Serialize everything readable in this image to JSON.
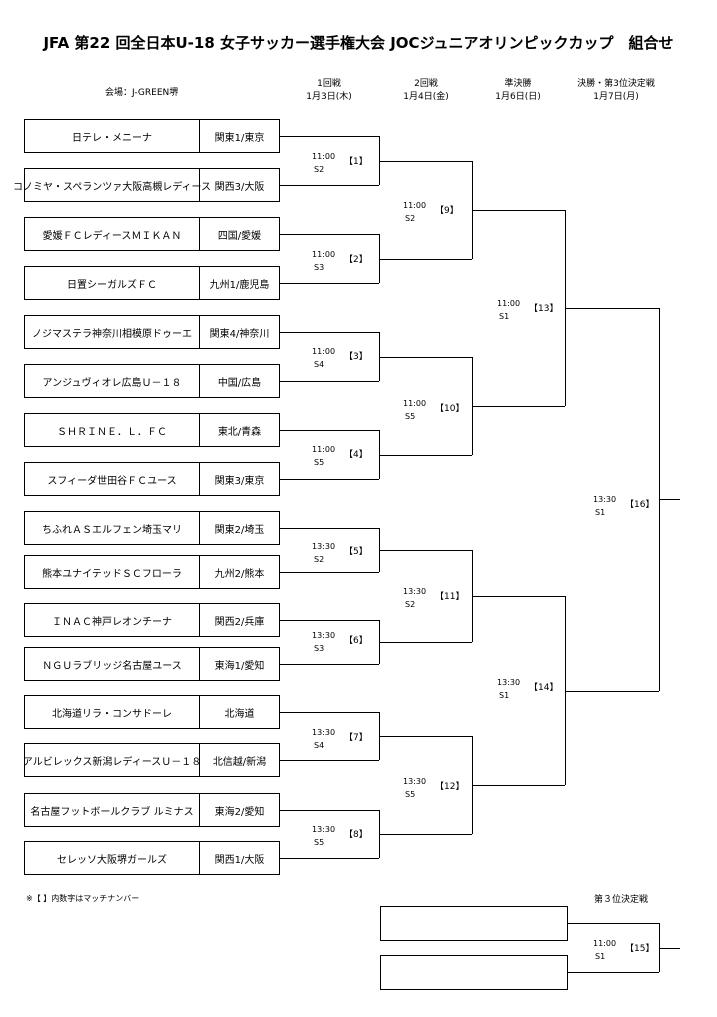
{
  "title": "JFA 第22 回全日本U-18 女子サッカー選手権大会 JOCジュニアオリンピックカップ　組合せ",
  "venue": "会場：J-GREEN堺",
  "rounds": [
    {
      "name": "1回戦",
      "date": "1月3日(木)"
    },
    {
      "name": "2回戦",
      "date": "1月4日(金)"
    },
    {
      "name": "準決勝",
      "date": "1月6日(日)"
    },
    {
      "name": "決勝・第3位決定戦",
      "date": "1月7日(月)"
    }
  ],
  "teams": [
    {
      "name": "日テレ・メニーナ",
      "region": "関東1/東京"
    },
    {
      "name": "コノミヤ・スペランツァ大阪高槻レディース",
      "region": "関西3/大阪"
    },
    {
      "name": "愛媛ＦＣレディースＭＩＫＡＮ",
      "region": "四国/愛媛"
    },
    {
      "name": "日置シーガルズＦＣ",
      "region": "九州1/鹿児島"
    },
    {
      "name": "ノジマステラ神奈川相模原ドゥーエ",
      "region": "関東4/神奈川"
    },
    {
      "name": "アンジュヴィオレ広島Ｕ－１８",
      "region": "中国/広島"
    },
    {
      "name": "ＳＨＲＩＮＥ．Ｌ．ＦＣ",
      "region": "東北/青森"
    },
    {
      "name": "スフィーダ世田谷ＦＣユース",
      "region": "関東3/東京"
    },
    {
      "name": "ちふれＡＳエルフェン埼玉マリ",
      "region": "関東2/埼玉"
    },
    {
      "name": "熊本ユナイテッドＳＣフローラ",
      "region": "九州2/熊本"
    },
    {
      "name": "ＩＮＡＣ神戸レオンチーナ",
      "region": "関西2/兵庫"
    },
    {
      "name": "ＮＧＵラブリッジ名古屋ユース",
      "region": "東海1/愛知"
    },
    {
      "name": "北海道リラ・コンサドーレ",
      "region": "北海道"
    },
    {
      "name": "アルビレックス新潟レディースＵ－１８",
      "region": "北信越/新潟"
    },
    {
      "name": "名古屋フットボールクラブ ルミナス",
      "region": "東海2/愛知"
    },
    {
      "name": "セレッソ大阪堺ガールズ",
      "region": "関西1/大阪"
    }
  ],
  "matches": [
    {
      "time": "11:00",
      "court": "S2",
      "no": "【1】"
    },
    {
      "time": "11:00",
      "court": "S3",
      "no": "【2】"
    },
    {
      "time": "11:00",
      "court": "S4",
      "no": "【3】"
    },
    {
      "time": "11:00",
      "court": "S5",
      "no": "【4】"
    },
    {
      "time": "13:30",
      "court": "S2",
      "no": "【5】"
    },
    {
      "time": "13:30",
      "court": "S3",
      "no": "【6】"
    },
    {
      "time": "13:30",
      "court": "S4",
      "no": "【7】"
    },
    {
      "time": "13:30",
      "court": "S5",
      "no": "【8】"
    },
    {
      "time": "11:00",
      "court": "S2",
      "no": "【9】"
    },
    {
      "time": "11:00",
      "court": "S5",
      "no": "【10】"
    },
    {
      "time": "13:30",
      "court": "S2",
      "no": "【11】"
    },
    {
      "time": "13:30",
      "court": "S5",
      "no": "【12】"
    },
    {
      "time": "11:00",
      "court": "S1",
      "no": "【13】"
    },
    {
      "time": "13:30",
      "court": "S1",
      "no": "【14】"
    },
    {
      "time": "13:30",
      "court": "S1",
      "no": "【16】"
    },
    {
      "time": "11:00",
      "court": "S1",
      "no": "【15】"
    }
  ],
  "note": "※【 】内数字はマッチナンバー",
  "third_place_label": "第３位決定戦"
}
